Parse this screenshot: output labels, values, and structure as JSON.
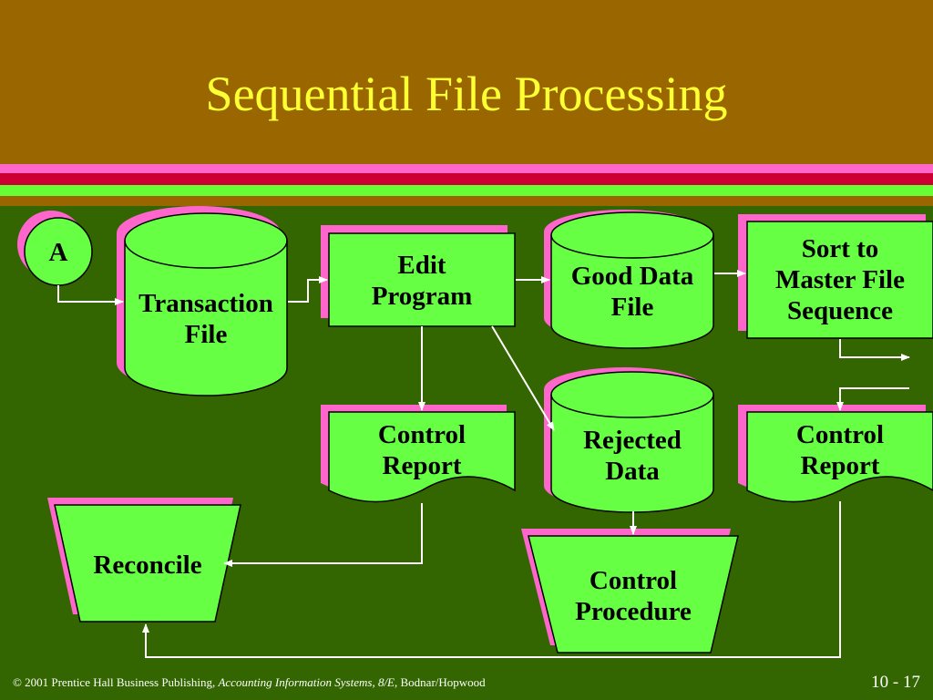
{
  "slide": {
    "title": "Sequential File Processing",
    "footer": {
      "copyright": "© 2001 Prentice Hall Business Publishing,",
      "book": "Accounting Information Systems, 8/E",
      "authors": ", Bodnar/Hopwood",
      "page": "10 - 17"
    }
  },
  "nodes": {
    "connector": "A",
    "transaction_file": [
      "Transaction",
      "File"
    ],
    "edit_program": [
      "Edit",
      "Program"
    ],
    "good_data_file": [
      "Good Data",
      "File"
    ],
    "sort": [
      "Sort to",
      "Master File",
      "Sequence"
    ],
    "control_report_1": [
      "Control",
      "Report"
    ],
    "rejected_data": [
      "Rejected",
      "Data"
    ],
    "control_report_2": [
      "Control",
      "Report"
    ],
    "reconcile": "Reconcile",
    "control_procedure": [
      "Control",
      "Procedure"
    ]
  },
  "colors": {
    "title_bg": "#996600",
    "title_text": "#ffff33",
    "slide_bg": "#336600",
    "shape_fill": "#66ff44",
    "shadow": "#ff66cc",
    "stripe_pink": "#ff66cc",
    "stripe_red": "#cc0033",
    "stripe_green": "#66ff33"
  }
}
